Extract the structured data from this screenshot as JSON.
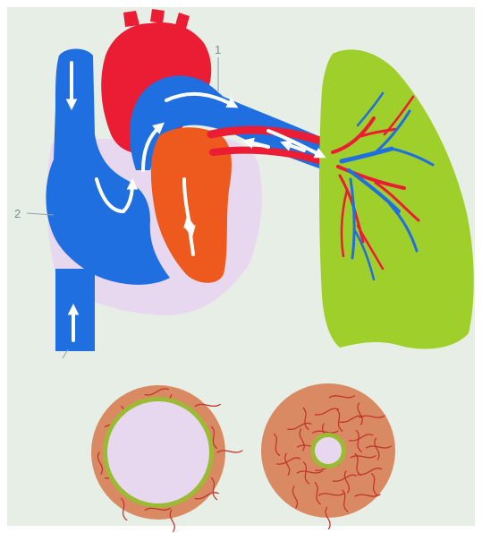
{
  "callouts": {
    "pulmonary_artery": "1",
    "right_atrium": "2"
  },
  "colors": {
    "background": "#e6eee5",
    "deoxygenated_blood": "#1f6fe0",
    "oxygenated_blood": "#ea1d35",
    "left_ventricle": "#ee5a1e",
    "heart_wall": "#e8d8ef",
    "lung": "#9fcf2a",
    "vessel_wall": "#d98a62",
    "vessel_lining": "#9bbb35",
    "muscle_fibers": "#c2352a"
  },
  "icons": {
    "flow": "arrow-icon"
  },
  "cross_sections": [
    {
      "state": "normal artery",
      "lumen_fraction": 0.76
    },
    {
      "state": "narrowed artery",
      "lumen_fraction": 0.2
    }
  ]
}
